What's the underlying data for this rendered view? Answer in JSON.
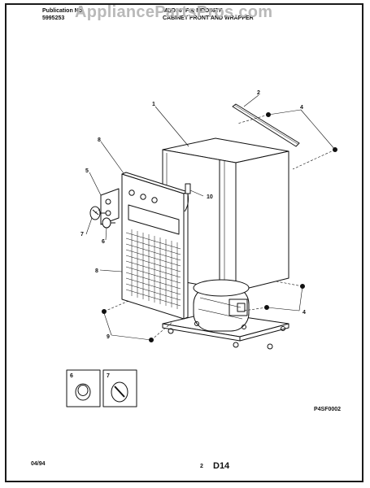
{
  "header": {
    "publication_label": "Publication No.",
    "publication_number": "5995253",
    "model_line": "MDD36TF & MDD36TF",
    "section_title": "CABINET FRONT AND WRAPPER"
  },
  "watermark": "AppliancePartsPros.com",
  "callouts": {
    "c1": "1",
    "c2": "2",
    "c4a": "4",
    "c4b": "4",
    "c5": "5",
    "c6a": "6",
    "c6b": "6",
    "c7a": "7",
    "c7b": "7",
    "c8a": "8",
    "c8b": "8",
    "c9": "9",
    "c10": "10"
  },
  "diagram_code": "P4SF0002",
  "footer": {
    "date": "04/94",
    "page_number": "2",
    "page_code": "D14"
  }
}
